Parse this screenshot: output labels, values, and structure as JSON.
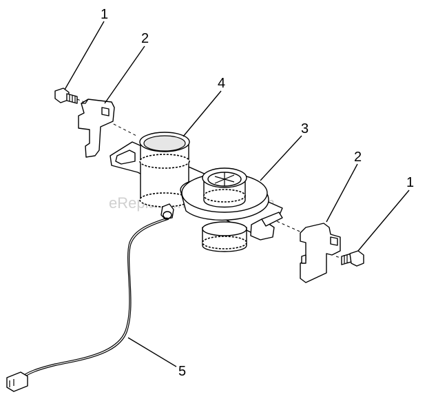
{
  "diagram": {
    "callouts": [
      {
        "id": "screw-left",
        "label": "1"
      },
      {
        "id": "bracket-left",
        "label": "2"
      },
      {
        "id": "valve-body",
        "label": "3"
      },
      {
        "id": "solenoid",
        "label": "4"
      },
      {
        "id": "bracket-right",
        "label": "2"
      },
      {
        "id": "screw-right",
        "label": "1"
      },
      {
        "id": "wire-harness",
        "label": "5"
      }
    ],
    "watermark": "eReplacementParts.com"
  }
}
